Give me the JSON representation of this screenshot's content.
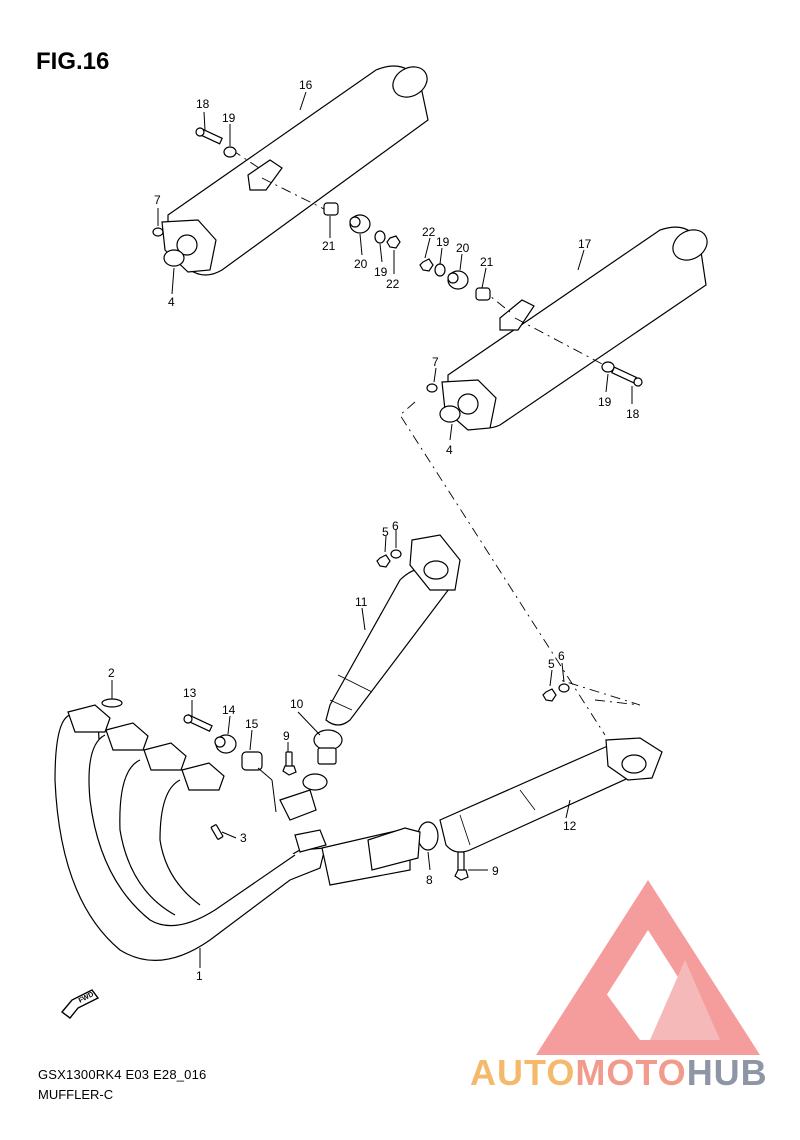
{
  "figure": {
    "title": "FIG.16"
  },
  "footer": {
    "code": "GSX1300RK4 E03 E28_016",
    "name": "MUFFLER-C"
  },
  "fwd_badge": {
    "label": "FWD"
  },
  "watermark": {
    "part1": "AUTO",
    "part2": "MOTO",
    "part3": "HUB",
    "colors": [
      "#f4b96a",
      "#f29a8c",
      "#8e96a6"
    ]
  },
  "callouts": {
    "n16": "16",
    "n18a": "18",
    "n19a": "19",
    "n7a": "7",
    "n4a": "4",
    "n21a": "21",
    "n20a": "20",
    "n19b": "19",
    "n22a": "22",
    "n22b": "22",
    "n19c": "19",
    "n20b": "20",
    "n21b": "21",
    "n17": "17",
    "n7b": "7",
    "n4b": "4",
    "n19d": "19",
    "n18b": "18",
    "n5a": "5",
    "n6a": "6",
    "n11": "11",
    "n10": "10",
    "n5b": "5",
    "n6b": "6",
    "n2": "2",
    "n13": "13",
    "n14": "14",
    "n15": "15",
    "n9a": "9",
    "n3": "3",
    "n12": "12",
    "n8": "8",
    "n9b": "9",
    "n1": "1"
  }
}
